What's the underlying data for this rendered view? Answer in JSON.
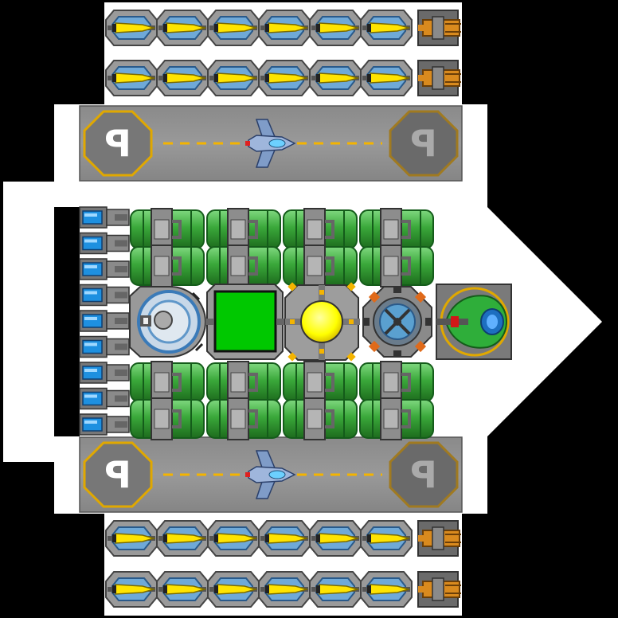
{
  "hangar_marks": [
    "ꟼ",
    "ꟼ",
    "ꟼ",
    "ꟼ"
  ],
  "colors": {
    "background": "#000000",
    "hull": "#ffffff",
    "deck": "#8c8c8c",
    "runway_stripe": "#f4b400",
    "hex_gold": "#e0a800",
    "hex_bronze": "#a07a20",
    "missile_yellow": "#ffe400",
    "missile_blue": "#1e88d8",
    "launcher_orange": "#d98a1e",
    "tank_green": "#3aa83a",
    "fuel_cell_green": "#00c800",
    "reactor_yellow": "#ffff00",
    "thruster_blue": "#1e90e0",
    "turret_green": "#2fae3a"
  },
  "modules": {
    "missile_rows": 4,
    "missiles_per_row": 6,
    "launchers_per_row": 1,
    "hangars": 2,
    "tank_rows": 4,
    "tanks_per_row": 4,
    "thrusters": 9
  },
  "icons": {
    "missile": "missile-icon",
    "launcher": "launcher-icon",
    "fighter": "fighter-icon",
    "fuel_tank": "fuel-tank-icon",
    "thruster": "thruster-icon",
    "shield": "shield-generator-icon",
    "fuel_cell": "fuel-cell-icon",
    "reactor": "reactor-icon",
    "gyro": "gyroscope-icon",
    "turret": "turret-icon"
  }
}
